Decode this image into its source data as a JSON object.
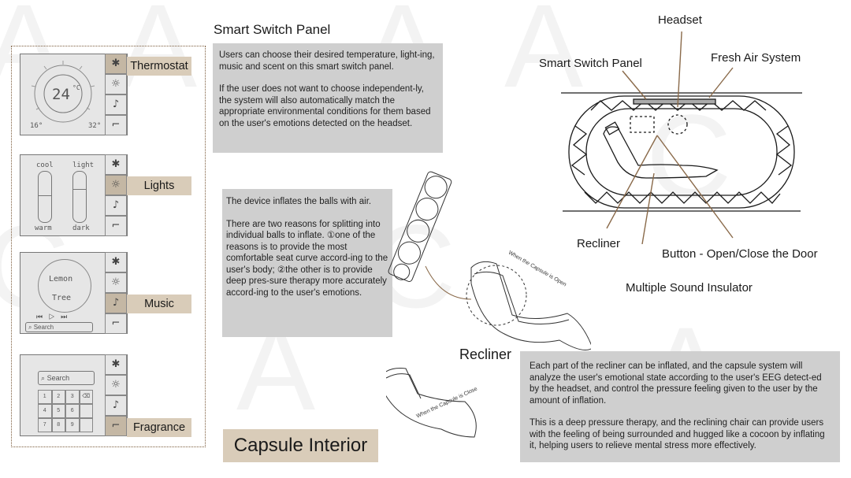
{
  "watermark_letters": [
    "A",
    "C"
  ],
  "smart_panel": {
    "heading": "Smart Switch Panel",
    "paragraphs": [
      "Users can choose their desired temperature, light-ing, music and scent on this smart switch panel.",
      "If the user does not want to choose independent-ly, the system will also automatically match the appropriate environmental conditions for them based on the user's emotions detected on the headset."
    ]
  },
  "panels": [
    {
      "tag": "Thermostat",
      "temp": "24",
      "unit": "°C",
      "min": "16°",
      "max": "32°"
    },
    {
      "tag": "Lights",
      "left_label": "cool",
      "right_label": "light",
      "bottom_left": "warm",
      "bottom_right": "dark"
    },
    {
      "tag": "Music",
      "song_line1": "Lemon",
      "song_line2": "Tree",
      "search": "Search"
    },
    {
      "tag": "Fragrance",
      "search": "Search",
      "keys": [
        "1",
        "2",
        "3",
        "⌫",
        "4",
        "5",
        "6",
        "",
        "7",
        "8",
        "9",
        ""
      ]
    }
  ],
  "icons": [
    "snowflake-icon",
    "sun-icon",
    "music-note-icon",
    "fragrance-icon"
  ],
  "balls": {
    "paragraphs": [
      "The device inflates the balls with air.",
      "There are two reasons for splitting into individual balls to inflate. ①one of the reasons is to provide the most comfortable seat curve accord-ing to the user's body; ②the other is to provide deep pres-sure therapy more accurately accord-ing to the user's emotions."
    ]
  },
  "recliner": {
    "heading": "Recliner",
    "open_caption": "When the Capsule is Open",
    "close_caption": "When the Capsule is Close",
    "paragraphs": [
      "Each part of the recliner can be inflated, and the capsule system will analyze the user's emotional state according to the user's EEG detect-ed by the headset, and control the pressure feeling given to the user by the amount of inflation.",
      "This is a deep pressure therapy, and the reclining chair can provide users with the feeling of being surrounded and hugged like a cocoon by inflating it, helping users to relieve mental stress more effectively."
    ]
  },
  "diagram_labels": {
    "headset": "Headset",
    "smart_switch_panel": "Smart Switch Panel",
    "fresh_air": "Fresh Air System",
    "recliner": "Recliner",
    "button": "Button - Open/Close the Door",
    "sound": "Multiple Sound Insulator"
  },
  "page_title": "Capsule Interior",
  "colors": {
    "accent": "#d9ccb9",
    "box": "#cfcfcf",
    "leader": "#8a6a4a"
  }
}
